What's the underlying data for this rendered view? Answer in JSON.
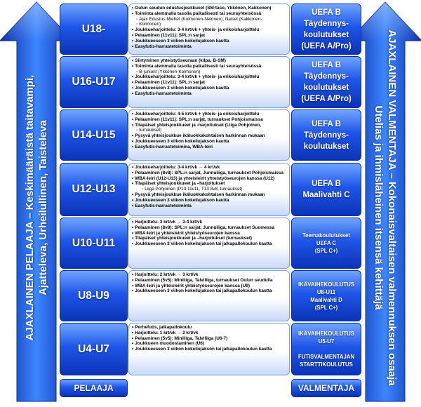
{
  "left_arrow": {
    "line1": "AJAXLAINEN PELAAJA – Keskimääräistä taitavampi,",
    "line2": "Ajatteleva, Urheilullinen, Taisteleva"
  },
  "right_arrow": {
    "line1": "AJAXLAINEN VALMENTAJA – Kokonaisvaltaisen valmennuksen osaaja",
    "line2": "Utelias ja ihmisläheinen itsensä kehittäjä"
  },
  "rows": [
    {
      "age": "U18-",
      "items": [
        {
          "text": "Oulun seudun edustusjoukkueet (SM-taso, Ykkönen, Kakkonen)",
          "level": 0
        },
        {
          "text": "Toiminta alemmalla tasolla paikallisesti tai seurayhteisössä",
          "level": 0
        },
        {
          "text": "Ajax Edustus Miehet (Kolmonen-Nelonen), Naiset (Kakkonen-",
          "level": 1
        },
        {
          "text": "Kolmonen)",
          "level": 1
        },
        {
          "text": "Joukkueharjoittelu: 3-4 krt/vk + yhteis- ja erikoisharjoittelu",
          "level": 0
        },
        {
          "text": "Pelaaminen (11v11): SPL:n sarjat",
          "level": 0
        },
        {
          "text": "Joukkueeseen 3 viikon kokeilujakson kautta",
          "level": 0
        },
        {
          "text": "Easyfutis-harrastetoiminta",
          "level": 0
        }
      ],
      "coach": [
        "UEFA B",
        "Täydennys-",
        "koulutukset",
        "(UEFA A/Pro)"
      ],
      "coach_style": "big"
    },
    {
      "age": "U16-U17",
      "items": [
        {
          "text": "Siirtyminen yhteistyöseuraan (kilpa, B-SM)",
          "level": 0
        },
        {
          "text": "Toiminta alemmalla tasolla paikallisesti tai seurayhteisössä",
          "level": 0
        },
        {
          "text": "B-juniorit (Ykkönen-Kolmonen)",
          "level": 1
        },
        {
          "text": "Joukkueharjoittelu: 3-4 krt/vk + yhteis- ja erikoisharjoittelu",
          "level": 0
        },
        {
          "text": "Pelaaminen (11v11): SPL:n sarjat",
          "level": 0
        },
        {
          "text": "Joukkueeseen 3 viikon kokeilujakson kautta",
          "level": 0
        },
        {
          "text": "Easyfutis-harrastetoiminta",
          "level": 0
        }
      ],
      "coach": [
        "UEFA B",
        "Täydennys-",
        "koulutukset",
        "(UEFA A/Pro)"
      ],
      "coach_style": "big"
    },
    {
      "age": "U14-U15",
      "items": [
        {
          "text": "Joukkueharjoittelu: 4-5 krt/vk + yhteis- ja erikoisharjoittelu",
          "level": 0
        },
        {
          "text": "Pelaaminen (11v11): SPL:n sarjat, turnaukset Pohjoismaissa",
          "level": 0
        },
        {
          "text": "Tilapäiset yhteisjoukkueet ja -harjoitukset (Liiga Pohjoinen,",
          "level": 0
        },
        {
          "text": "turnaukset)",
          "level": 1
        },
        {
          "text": "Pysyvä yhteisjoukkue ikäluokkakohtaisen harkinnan mukaan",
          "level": 0
        },
        {
          "text": "Joukkueeseen 3 viikon kokeilujakson kautta",
          "level": 0
        },
        {
          "text": "Easyfutis-harrastetoimina, WBA-leiri",
          "level": 0
        }
      ],
      "coach": [
        "UEFA B",
        "Täydennys-",
        "koulutukset"
      ],
      "coach_style": "big"
    },
    {
      "age": "U12-U13",
      "items": [
        {
          "text": "Joukkueharjoittelu: 3-4 krt/vk → 4 krt/vk",
          "level": 0
        },
        {
          "text": "Pelaaminen (8v8): SPL:n sarjat, Junnuliiga, turnaukset Pohjoismaissa",
          "level": 0
        },
        {
          "text": "WBA-leiri (U12-U13) ja yhteisleirit yhteistyöseurojen kanssa (U12)",
          "level": 0
        },
        {
          "text": "Tilapäiset yhteisjoukkueet ja –harjoitukset",
          "level": 0
        },
        {
          "text": "Liiga Pohjoinen (P13 11v11, T13 8v8, turnaukset)",
          "level": 2
        },
        {
          "text": "Pysyvä yhteisjoukkue ikäluokkakohtaisen harkinnan mukaan",
          "level": 0
        },
        {
          "text": "Joukkueeseen 3 viikon kokeilujakson kautta",
          "level": 0
        },
        {
          "text": "Easyfutis-harrastetoiminta",
          "level": 0
        }
      ],
      "coach": [
        "UEFA B",
        "Maalivahti C"
      ],
      "coach_style": "big"
    },
    {
      "age": "U10-U11",
      "items": [
        {
          "text": "Harjoittelu: 3 krt/vk → 3-4 krt/vk",
          "level": 0
        },
        {
          "text": "Pelaaminen (8v8): SPL:n sarjat, Junnuliiga, turnaukset Suomessa",
          "level": 0
        },
        {
          "text": "WBA-leiri ja yhteisleirit yhteistyöseurojen kanssa",
          "level": 0
        },
        {
          "text": "Tilapäiset yhteisjoukkueet ja –harjoitukset (turnaukset)",
          "level": 0
        },
        {
          "text": "Joukkueeseen 3 viikon kokeilujakson tai jalkapallokoulun kautta",
          "level": 0
        }
      ],
      "coach": [
        "Teemakoulutukset",
        "UEFA C",
        "(SPL C+)"
      ],
      "coach_style": "small"
    },
    {
      "age": "U8-U9",
      "items": [
        {
          "text": "Harjoittelu: 2 krt/vk → 3 krt/vk",
          "level": 0
        },
        {
          "text": "Pelaaminen (5v5): Miniliiga, Talviliiga, turnaukset Oulun seudulla",
          "level": 0
        },
        {
          "text": "WBA-leiri ja yhteisleirit yhteistyöseurojen kanssa (U9)",
          "level": 0
        },
        {
          "text": "Joukkueeseen 3 viikon kokeilujakson tai jalkapallokoulun kautta",
          "level": 0
        }
      ],
      "coach": [
        "IKÄVAIHEKOULUTUS",
        "U8-U11",
        "Maalivahti D",
        "(SPL C+)"
      ],
      "coach_style": "small"
    },
    {
      "age": "U4-U7",
      "items": [
        {
          "text": "Perhefutis, jalkapallokoulu",
          "level": 0
        },
        {
          "text": "Harjoittelu: 1 krt/vk → 2 krt/vk",
          "level": 0
        },
        {
          "text": "Pelaaminen (5v5): Miniliiga, Talviliiga (U6-7)",
          "level": 0
        },
        {
          "text": "Joukkueen muodostaminen (U6)",
          "level": 0
        },
        {
          "text": "Joukkueeseen 3 viikon kokeilujakson tai jalkapallokoulun kautta",
          "level": 0
        }
      ],
      "coach": [
        "IKÄVAIHEKOULUTUS",
        "U5-U7",
        "",
        "FUTISVALMENTAJAN",
        "STARTTIKOULUTUS"
      ],
      "coach_style": "small"
    }
  ],
  "footer": {
    "player": "PELAAJA",
    "coach": "VALMENTAJA"
  }
}
